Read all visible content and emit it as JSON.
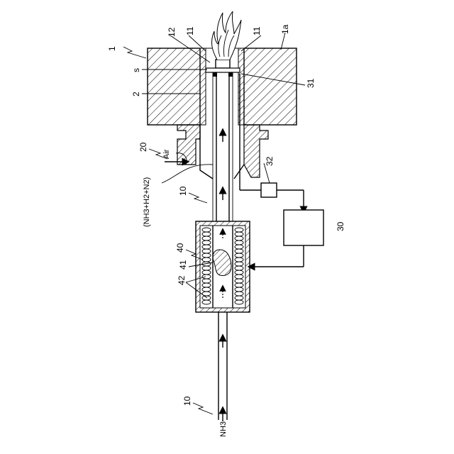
{
  "diagram": {
    "refs": {
      "burner_system": "1",
      "furnace_wall": "1a",
      "burner_body": "2",
      "fuel_pipe_upstream": "10",
      "fuel_pipe_downstream": "10",
      "air_passage": "20",
      "controller": "30",
      "sensor": "31",
      "converter": "32",
      "reformer": "40",
      "catalyst": "41",
      "heater": "42",
      "nozzle_flange_left": "11",
      "nozzle_flange_right": "11",
      "nozzle_tip": "12",
      "gap": "s"
    },
    "texts": {
      "air": "Air",
      "mixture": "(NH3+H2+N2)",
      "ammonia_inlet": "NH3"
    },
    "colors": {
      "line": "#000000",
      "background": "#ffffff"
    }
  }
}
